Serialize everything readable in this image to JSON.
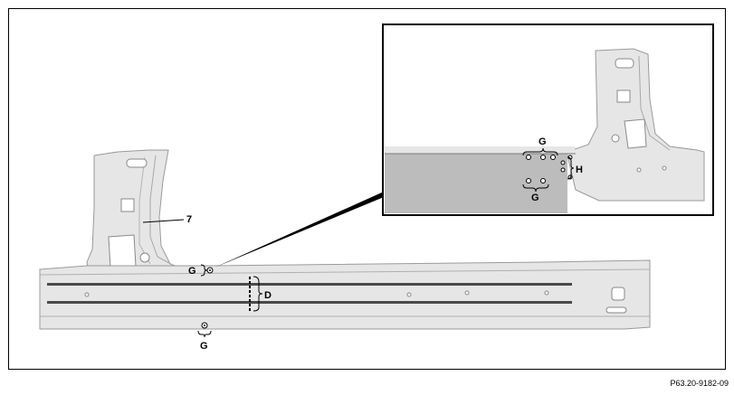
{
  "labels": {
    "part_number": "7",
    "g_top_left": "G",
    "g_bottom": "G",
    "d": "D",
    "detail_g_top": "G",
    "detail_g_bottom": "G",
    "detail_h": "H"
  },
  "document_reference": "P63.20-9182-09",
  "colors": {
    "panel_fill": "#e6e6e6",
    "panel_edge": "#9a9a9a",
    "highlight_fill": "#bcbcbc",
    "rail_stripe": "#4a4a4a",
    "leader_line": "#000000"
  }
}
